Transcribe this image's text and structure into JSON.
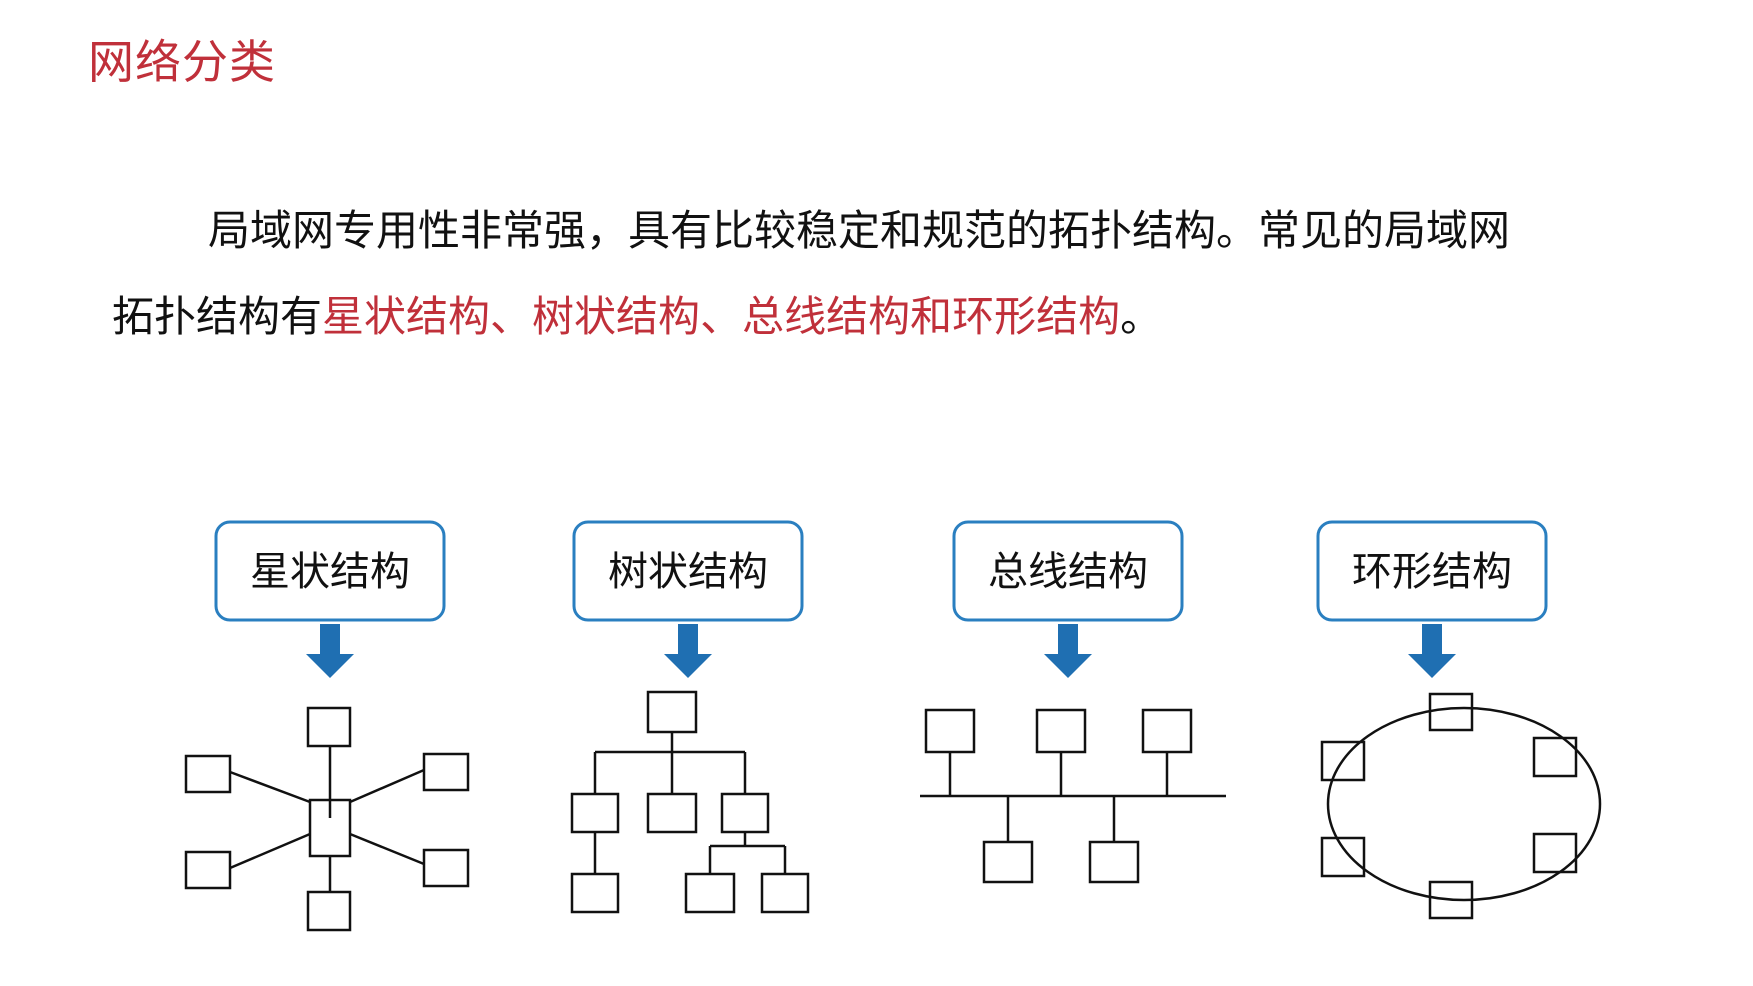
{
  "title": "网络分类",
  "paragraph": {
    "line1": "局域网专用性非常强，具有比较稳定和规范的拓扑结构。常见的局域网",
    "line2_prefix": "拓扑结构有",
    "star": "星状结构",
    "sep1": "、",
    "tree": "树状结构",
    "sep2": "、",
    "bus_and_ring": "总线结构和环形结构",
    "end": "。"
  },
  "topologies": [
    {
      "label": "星状结构"
    },
    {
      "label": "树状结构"
    },
    {
      "label": "总线结构"
    },
    {
      "label": "环形结构"
    }
  ],
  "colors": {
    "accent": "#c0303a",
    "label_border": "#2a7fc0",
    "arrow": "#1f6fb2",
    "line": "#111111"
  }
}
